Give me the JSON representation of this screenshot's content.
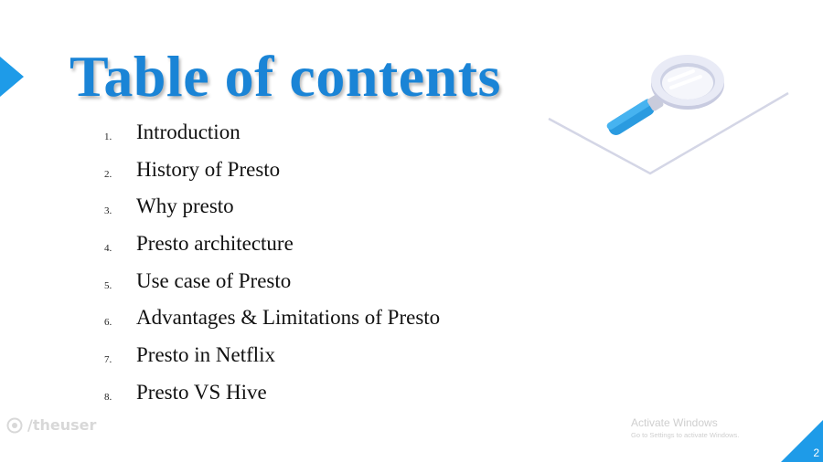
{
  "slide": {
    "title": "Table of contents",
    "toc": [
      {
        "num": "1.",
        "label": "Introduction"
      },
      {
        "num": "2.",
        "label": "History of Presto"
      },
      {
        "num": "3.",
        "label": "Why presto"
      },
      {
        "num": "4.",
        "label": "Presto architecture"
      },
      {
        "num": "5.",
        "label": "Use case of Presto"
      },
      {
        "num": "6.",
        "label": "Advantages & Limitations of Presto"
      },
      {
        "num": "7.",
        "label": "Presto in Netflix"
      },
      {
        "num": "8.",
        "label": "Presto VS Hive"
      }
    ],
    "page_number": "2",
    "accent_color": "#1a84d6",
    "icons": [
      "arrow-right-icon",
      "magnifying-glass-icon",
      "corner-triangle-icon"
    ]
  },
  "watermark": {
    "text": "/theuser"
  },
  "os_notice": {
    "line1": "Activate Windows",
    "line2": "Go to Settings to activate Windows."
  }
}
